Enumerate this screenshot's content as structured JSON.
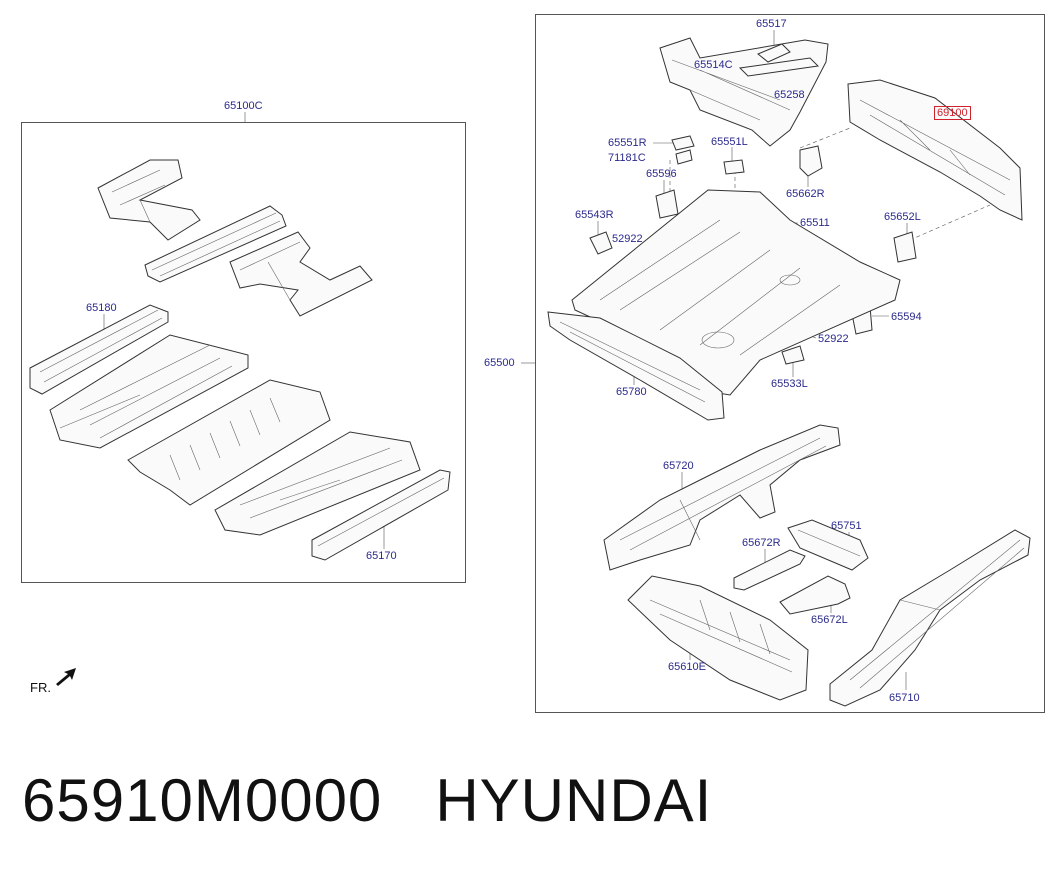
{
  "labels": {
    "l65100C": "65100C",
    "l65180": "65180",
    "l65170": "65170",
    "l65500": "65500",
    "l65517": "65517",
    "l65514C": "65514C",
    "l65258": "65258",
    "l69100": "69100",
    "l65551R": "65551R",
    "l65551L": "65551L",
    "l71181C": "71181C",
    "l65596": "65596",
    "l65662R": "65662R",
    "l65543R": "65543R",
    "l52922a": "52922",
    "l65511": "65511",
    "l65652L": "65652L",
    "l65594": "65594",
    "l52922b": "52922",
    "l65533L": "65533L",
    "l65780": "65780",
    "l65720": "65720",
    "l65751": "65751",
    "l65672R": "65672R",
    "l65672L": "65672L",
    "l65610E": "65610E",
    "l65710": "65710"
  },
  "highlight": {
    "part": "69100",
    "color": "#d0222a"
  },
  "fr_label": "FR.",
  "caption": "65910M0000   HYUNDAI",
  "colors": {
    "label": "#2b2a8c",
    "highlight": "#d0222a",
    "line": "#333333"
  }
}
